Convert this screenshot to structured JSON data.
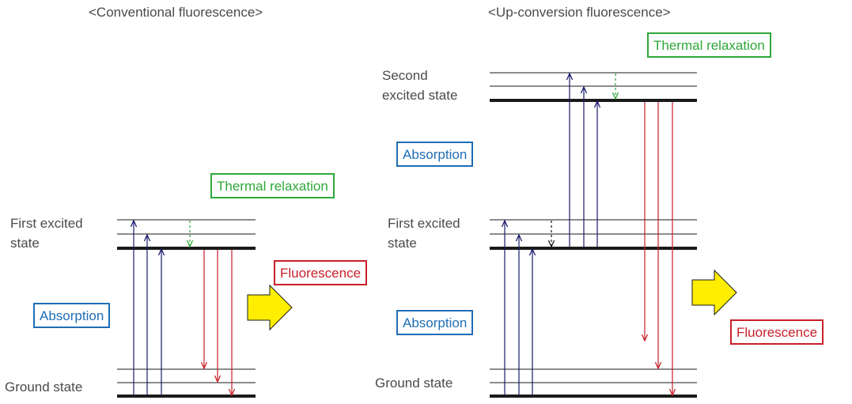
{
  "left": {
    "title": "<Conventional fluorescence>",
    "first_excited_1": "First excited",
    "first_excited_2": "state",
    "ground": "Ground state",
    "absorption": "Absorption",
    "thermal": "Thermal relaxation",
    "fluorescence": "Fluorescence"
  },
  "right": {
    "title": "<Up-conversion fluorescence>",
    "second_excited_1": "Second",
    "second_excited_2": "excited state",
    "first_excited_1": "First excited",
    "first_excited_2": "state",
    "ground": "Ground state",
    "absorption_upper": "Absorption",
    "absorption_lower": "Absorption",
    "thermal": "Thermal relaxation",
    "fluorescence": "Fluorescence"
  },
  "colors": {
    "absorption_arrow": "#1a1a6e",
    "fluorescence_arrow": "#c8202a",
    "thermal_arrow": "#2ea83a",
    "level_line": "#1a1a1a",
    "shift_arrow_fill": "#ffee00"
  }
}
